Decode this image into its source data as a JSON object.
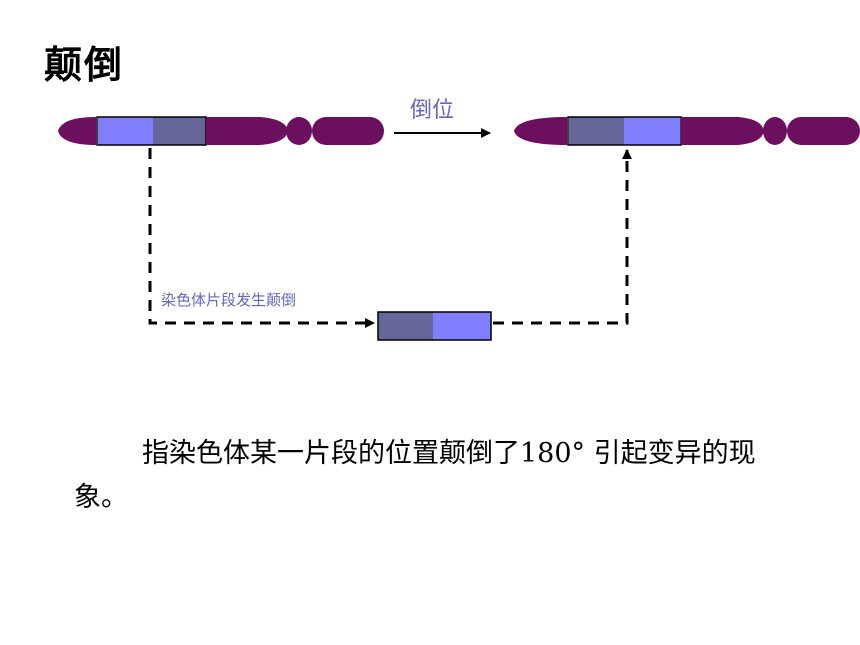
{
  "title": "颠倒",
  "arrow_label": "倒位",
  "segment_label": "染色体片段发生颠倒",
  "definition": "指染色体某一片段的位置颠倒了180° 引起变异的现象。",
  "colors": {
    "chromosome": "#6b0f5e",
    "segment_light": "#8080ff",
    "segment_dark": "#66669a",
    "arrow": "#000000",
    "label": "#6666bb"
  }
}
